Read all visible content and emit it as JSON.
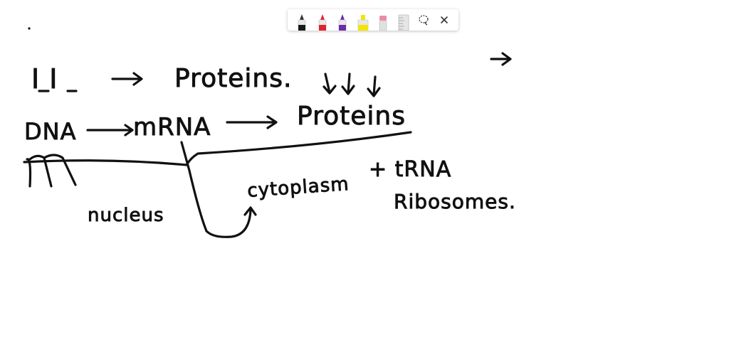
{
  "toolbar": {
    "tools": [
      {
        "name": "black-pen-tool",
        "icon": "pen-icon",
        "color": "#1a1a1a"
      },
      {
        "name": "red-pen-tool",
        "icon": "pen-icon",
        "color": "#e0242f"
      },
      {
        "name": "purple-pen-tool",
        "icon": "pen-icon",
        "color": "#6a2ea8"
      },
      {
        "name": "yellow-highlighter-tool",
        "icon": "highlighter-icon",
        "color": "#f2e600"
      },
      {
        "name": "pink-eraser-tool",
        "icon": "eraser-icon",
        "color": "#f08aa0"
      },
      {
        "name": "ruler-tool",
        "icon": "ruler-icon",
        "color": "#cfcfcf"
      },
      {
        "name": "lasso-tool",
        "icon": "lasso-icon",
        "color": "#333333"
      },
      {
        "name": "close-tool",
        "icon": "close-icon",
        "color": "#333333"
      }
    ]
  },
  "notes": {
    "line1_symbol": "I I",
    "line1_word": "Proteins.",
    "line2_dna": "DNA",
    "line2_mrna": "mRNA",
    "line2_proteins": "Proteins",
    "nucleus": "nucleus",
    "cytoplasm": "cytoplasm",
    "plus_trna": "+ tRNA",
    "ribosomes": "Ribosomes."
  },
  "colors": {
    "ink": "#111111",
    "background": "#ffffff"
  }
}
